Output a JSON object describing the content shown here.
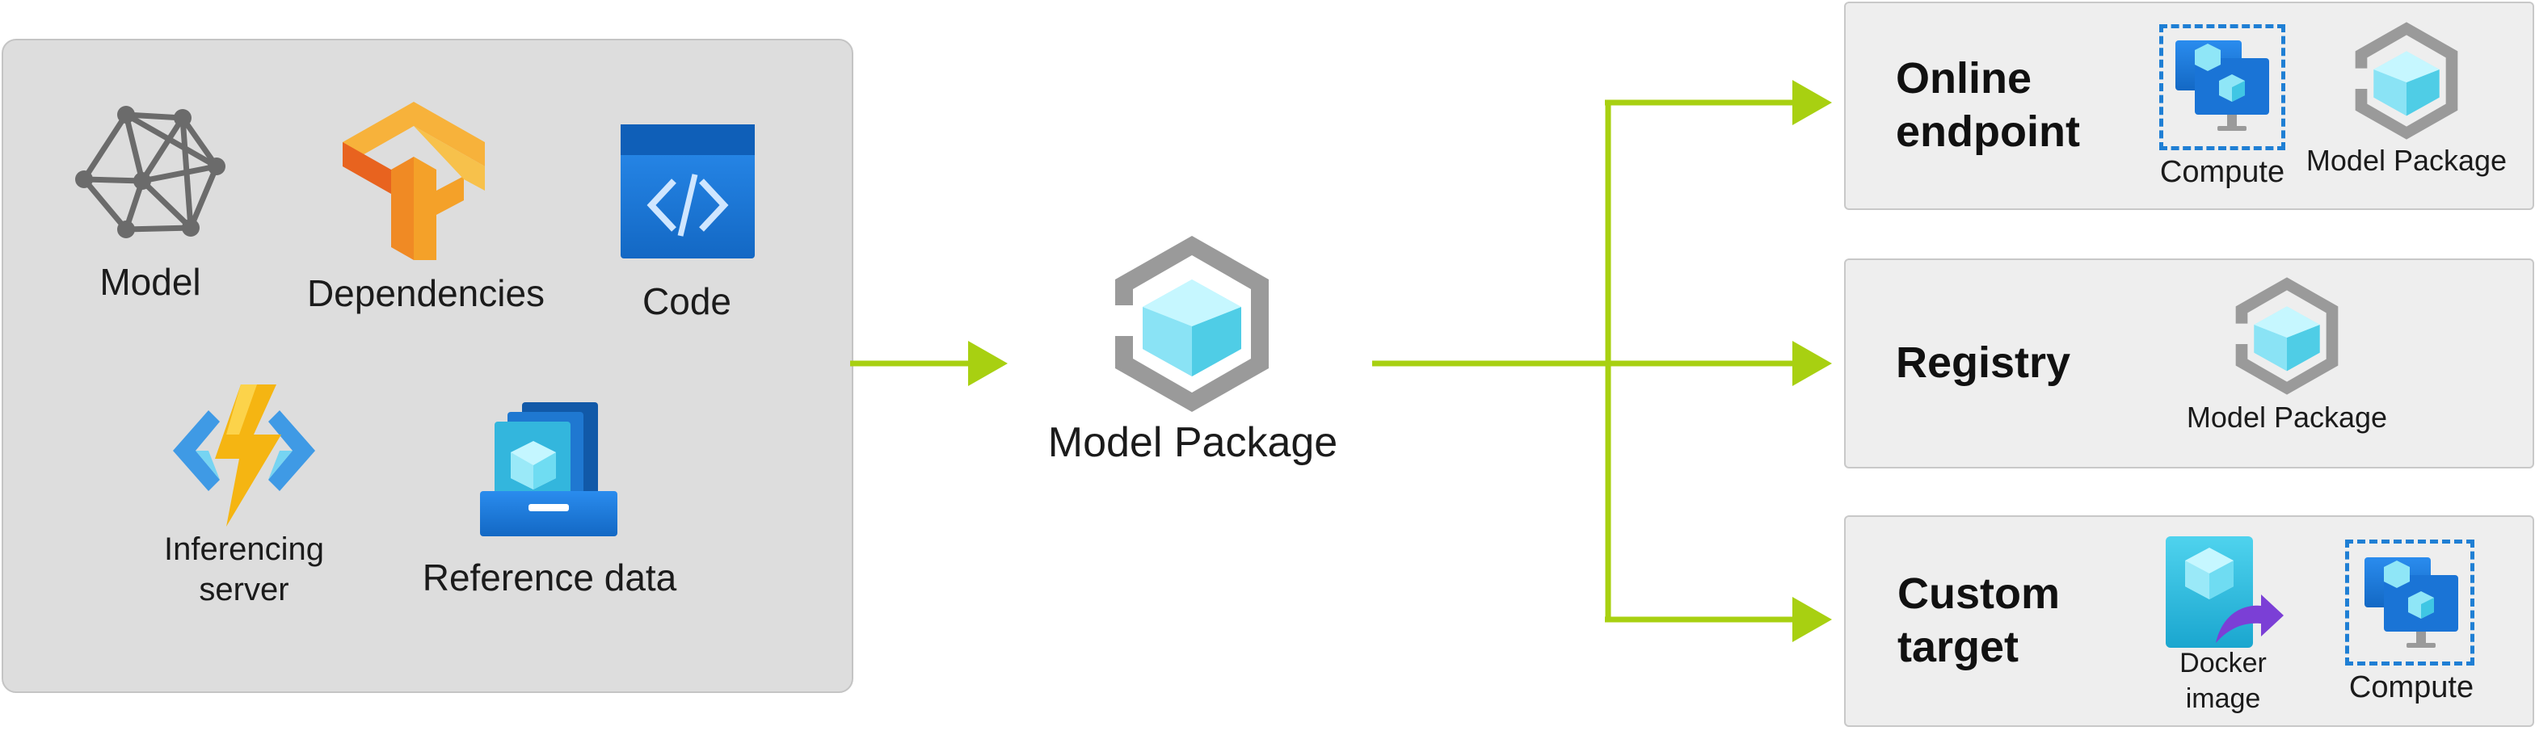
{
  "inputs": {
    "model": "Model",
    "dependencies": "Dependencies",
    "code": "Code",
    "inferencing_server_line1": "Inferencing",
    "inferencing_server_line2": "server",
    "reference_data": "Reference data"
  },
  "center": {
    "model_package": "Model Package"
  },
  "targets": {
    "online_endpoint": {
      "title_line1": "Online",
      "title_line2": "endpoint",
      "compute": "Compute",
      "model_package": "Model Package"
    },
    "registry": {
      "title": "Registry",
      "model_package": "Model Package"
    },
    "custom_target": {
      "title_line1": "Custom",
      "title_line2": "target",
      "docker_line1": "Docker",
      "docker_line2": "image",
      "compute": "Compute"
    }
  },
  "colors": {
    "arrow": "#a8d011",
    "panel": "#dddddd",
    "box": "#eeeeee",
    "dashed_border": "#1f7fd4"
  },
  "icons": [
    "network-model-icon",
    "tensorflow-icon",
    "code-icon",
    "function-icon",
    "data-stack-icon",
    "package-hexagon-icon",
    "monitor-compute-icon",
    "docker-image-icon"
  ]
}
